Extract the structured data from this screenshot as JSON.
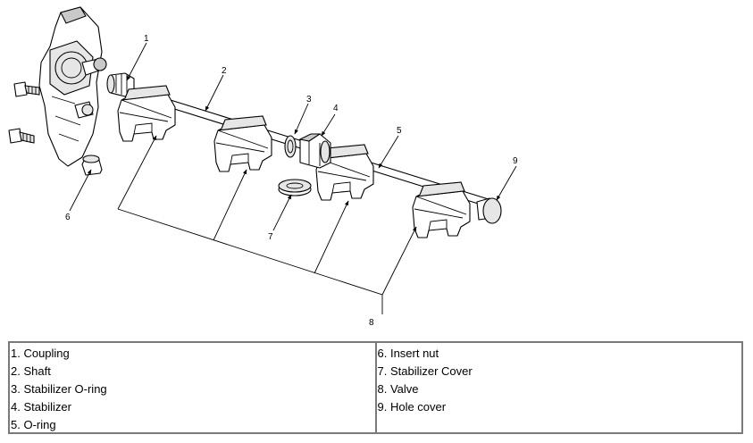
{
  "callouts": [
    "1",
    "2",
    "3",
    "4",
    "5",
    "6",
    "7",
    "8",
    "9"
  ],
  "legend": {
    "left": [
      "1. Coupling",
      "2. Shaft",
      "3. Stabilizer O-ring",
      "4. Stabilizer",
      "5. O-ring"
    ],
    "right": [
      "6. Insert nut",
      "7. Stabilizer Cover",
      "8. Valve",
      "9. Hole cover"
    ]
  }
}
